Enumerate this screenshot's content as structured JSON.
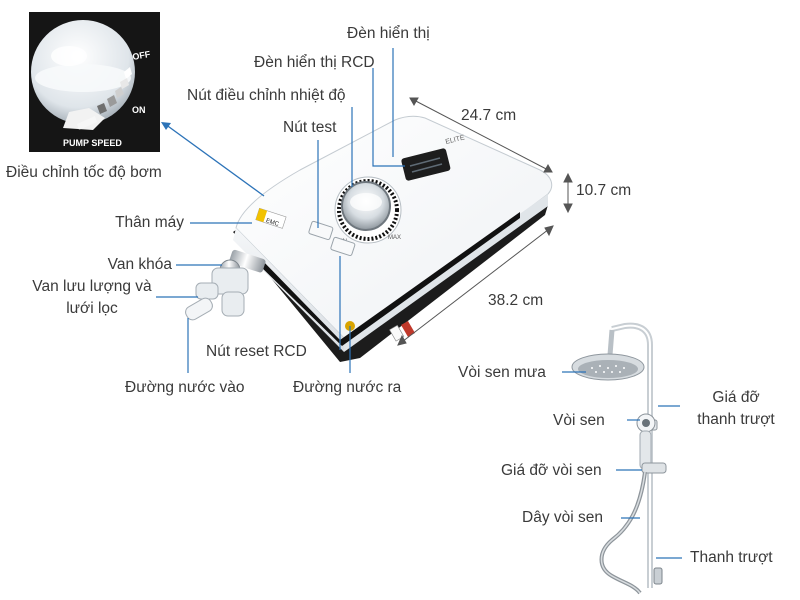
{
  "inset": {
    "off_text": "OFF",
    "on_text": "ON",
    "pump_speed_text": "PUMP SPEED"
  },
  "brand": {
    "logo_text": "ELITE",
    "badge_text": "EMC"
  },
  "knob": {
    "min_text": "MIN",
    "max_text": "MAX"
  },
  "labels": {
    "pump_speed_control": "Điều chỉnh tốc độ bơm",
    "display_light": "Đèn hiển thị",
    "rcd_light": "Đèn hiển thị RCD",
    "temp_knob": "Nút điều chỉnh nhiệt độ",
    "test_button": "Nút test",
    "body": "Thân máy",
    "lock_valve": "Van khóa",
    "flow_valve": [
      "Van lưu lượng và",
      "lưới lọc"
    ],
    "reset_button": "Nút reset RCD",
    "water_in": "Đường nước vào",
    "water_out": "Đường nước ra",
    "rain_shower": "Vòi sen mưa",
    "hand_shower": "Vòi sen",
    "slide_bracket": [
      "Giá đỡ",
      "thanh trượt"
    ],
    "shower_holder": "Giá đỡ vòi sen",
    "shower_hose": "Dây vòi sen",
    "slide_bar": "Thanh trượt"
  },
  "dimensions": {
    "width": "24.7 cm",
    "depth": "10.7 cm",
    "height": "38.2 cm"
  }
}
